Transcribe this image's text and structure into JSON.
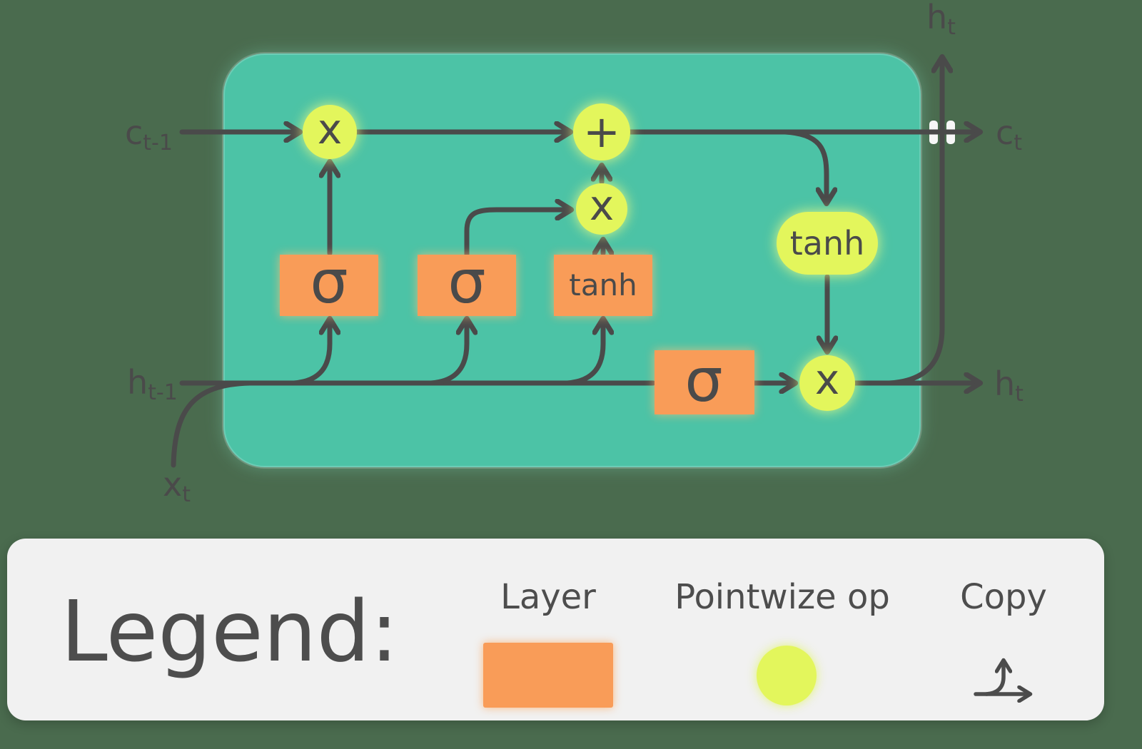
{
  "colors": {
    "background": "#4a6b4e",
    "cell_fill": "#4cc3a6",
    "layer_fill": "#f99c58",
    "pointwise_fill": "#e3f65c",
    "line": "#4a4a4a",
    "text": "#4d4d4d",
    "panel_fill": "#f1f1f1",
    "crossing_mark": "#f7f7f7"
  },
  "diagram": {
    "edge_labels": {
      "c_prev": {
        "main": "c",
        "sub": "t-1"
      },
      "h_prev": {
        "main": "h",
        "sub": "t-1"
      },
      "x_input": {
        "main": "x",
        "sub": "t"
      },
      "h_out_top": {
        "main": "h",
        "sub": "t"
      },
      "c_out": {
        "main": "c",
        "sub": "t"
      },
      "h_out_right": {
        "main": "h",
        "sub": "t"
      }
    },
    "nodes": {
      "forget_gate": {
        "label": "σ",
        "type": "layer"
      },
      "input_gate": {
        "label": "σ",
        "type": "layer"
      },
      "candidate_layer": {
        "label": "tanh",
        "type": "layer"
      },
      "output_gate": {
        "label": "σ",
        "type": "layer"
      },
      "forget_product": {
        "label": "x",
        "type": "pointwise-op"
      },
      "cell_sum": {
        "label": "+",
        "type": "pointwise-op"
      },
      "input_product": {
        "label": "x",
        "type": "pointwise-op"
      },
      "state_tanh": {
        "label": "tanh",
        "type": "pointwise-op"
      },
      "output_product": {
        "label": "x",
        "type": "pointwise-op"
      }
    }
  },
  "legend": {
    "title": "Legend:",
    "items": [
      {
        "label": "Layer",
        "swatch": "orange-rectangle"
      },
      {
        "label": "Pointwize op",
        "swatch": "yellow-circle"
      },
      {
        "label": "Copy",
        "swatch": "branch-arrow-icon"
      }
    ]
  }
}
